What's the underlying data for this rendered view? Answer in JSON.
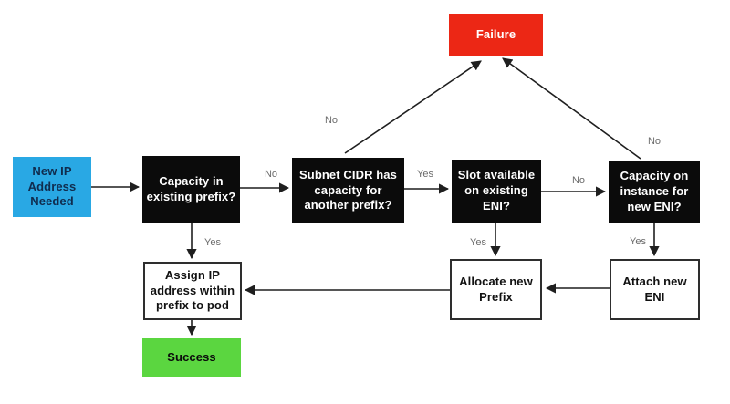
{
  "nodes": {
    "start": {
      "label": "New IP\nAddress\nNeeded"
    },
    "capacity_prefix": {
      "label": "Capacity in\nexisting prefix?"
    },
    "subnet_cidr": {
      "label": "Subnet CIDR has\ncapacity for\nanother prefix?"
    },
    "slot_eni": {
      "label": "Slot available\non existing\nENI?"
    },
    "capacity_instance": {
      "label": "Capacity on\ninstance for\nnew ENI?"
    },
    "failure": {
      "label": "Failure"
    },
    "assign_ip": {
      "label": "Assign IP\naddress within\nprefix to pod"
    },
    "allocate_prefix": {
      "label": "Allocate new\nPrefix"
    },
    "attach_eni": {
      "label": "Attach new\nENI"
    },
    "success": {
      "label": "Success"
    }
  },
  "edge_labels": {
    "capacity_prefix_no": "No",
    "capacity_prefix_yes": "Yes",
    "subnet_cidr_no": "No",
    "subnet_cidr_yes": "Yes",
    "slot_eni_no": "No",
    "slot_eni_yes": "Yes",
    "capacity_instance_no": "No",
    "capacity_instance_yes": "Yes"
  },
  "colors": {
    "start_bg": "#29A8E4",
    "start_text": "#102C4E",
    "decision_bg": "#0B0B0B",
    "decision_text": "#FFFFFF",
    "failure_bg": "#EC2715",
    "success_bg": "#5BD640",
    "action_border": "#2E2E2E",
    "edge_label_text": "#6B6B6B",
    "arrow": "#1F1F1F"
  }
}
